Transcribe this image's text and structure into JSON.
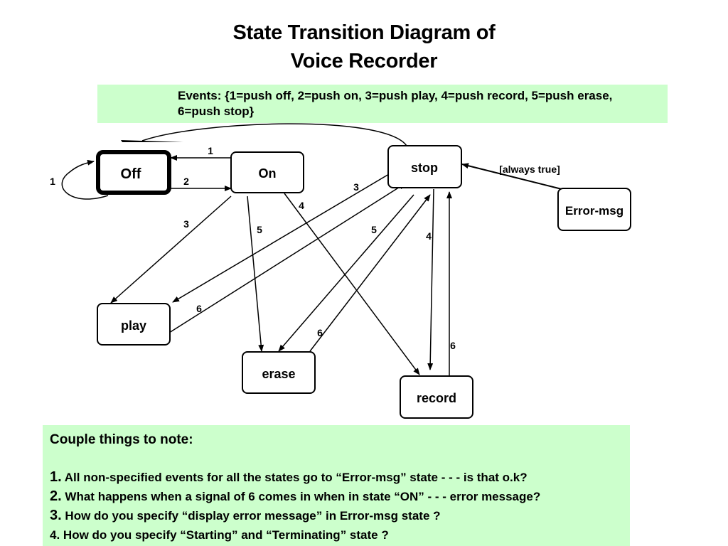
{
  "title": {
    "line1": "State Transition Diagram of",
    "line2": "Voice Recorder"
  },
  "events_text": "Events: {1=push off, 2=push on, 3=push play, 4=push record, 5=push erase, 6=push stop}",
  "states": {
    "off": "Off",
    "on": "On",
    "stop": "stop",
    "error": "Error-msg",
    "play": "play",
    "erase": "erase",
    "record": "record"
  },
  "transitions": {
    "on_to_off": "1",
    "off_self": "1",
    "off_to_on": "2",
    "on_to_play": "3",
    "on_to_erase": "5",
    "on_to_record": "4",
    "stop_to_play": "3",
    "stop_to_erase": "5",
    "stop_to_record": "4",
    "play_to_stop": "6",
    "erase_to_stop": "6",
    "record_to_stop": "6",
    "error_to_stop": "[always true]"
  },
  "notes": {
    "heading": "Couple things to note:",
    "items": [
      {
        "num": "1.",
        "text": "All non-specified events for all the states go to “Error-msg” state - - -  is that o.k?"
      },
      {
        "num": "2.",
        "text": "What happens when a signal of 6 comes in when in state “ON” - - - error message?"
      },
      {
        "num": "3.",
        "text": "How do you specify “display error message” in Error-msg state ?"
      },
      {
        "num": "4.",
        "text": "How do you specify “Starting” and “Terminating” state ?"
      }
    ]
  }
}
